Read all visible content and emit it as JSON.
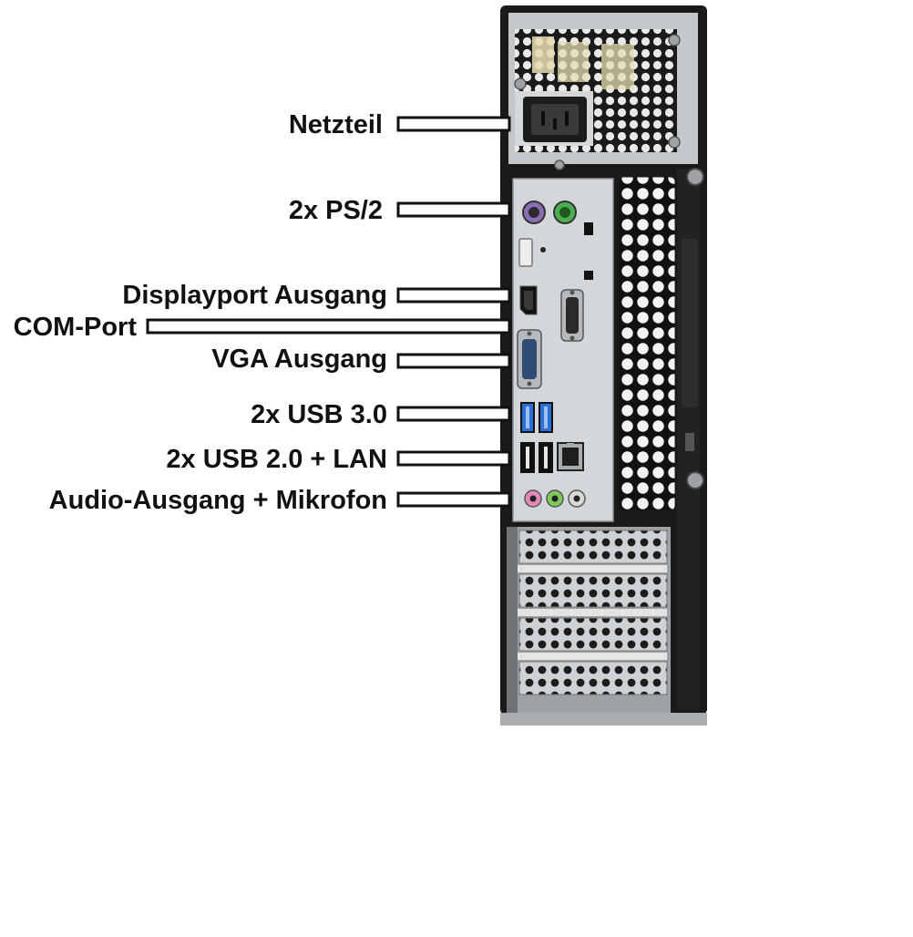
{
  "diagram": {
    "callouts": [
      {
        "id": "power-supply",
        "text": "Netzteil"
      },
      {
        "id": "ps2",
        "text": "2x PS/2"
      },
      {
        "id": "displayport",
        "text": "Displayport Ausgang"
      },
      {
        "id": "com-port",
        "text": "COM-Port"
      },
      {
        "id": "vga",
        "text": "VGA Ausgang"
      },
      {
        "id": "usb3",
        "text": "2x USB 3.0"
      },
      {
        "id": "usb2-lan",
        "text": "2x USB 2.0 + LAN"
      },
      {
        "id": "audio",
        "text": "Audio-Ausgang + Mikrofon"
      }
    ],
    "colors": {
      "chassis": "#1a1a1a",
      "metal": "#bfc3c6",
      "io_plate": "#d4d7da",
      "usb3_blue": "#2a6fd6",
      "ps2_green": "#4caf50",
      "ps2_purple": "#8b6fb5",
      "audio_pink": "#e58ab8",
      "audio_green": "#7dc85a",
      "label_text": "#111111"
    }
  }
}
